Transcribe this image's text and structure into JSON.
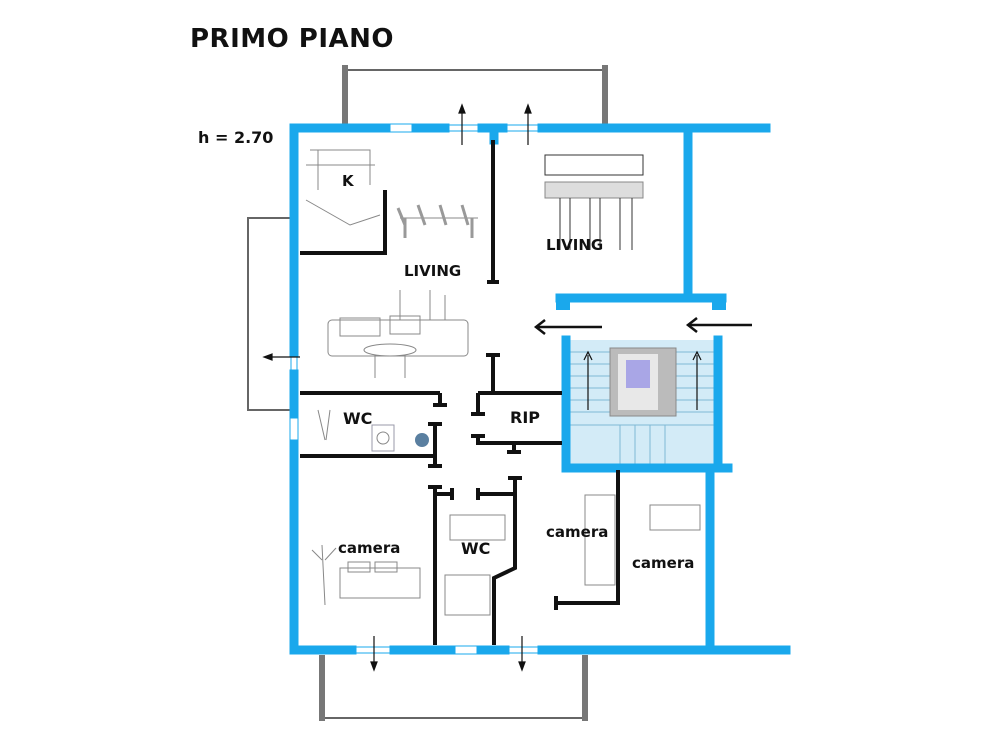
{
  "title": "PRIMO PIANO",
  "ceiling_height": "h = 2.70",
  "rooms": {
    "kitchen": "K",
    "living_main": "LIVING",
    "living_secondary": "LIVING",
    "wc_top": "WC",
    "landing": "RIP",
    "bedroom_left": "camera",
    "wc_bottom": "WC",
    "bedroom_middle": "camera",
    "bedroom_right": "camera"
  },
  "colors": {
    "wall_exterior": "#1aa8ec",
    "wall_interior": "#111111",
    "stair_fill": "#d3ebf7"
  }
}
